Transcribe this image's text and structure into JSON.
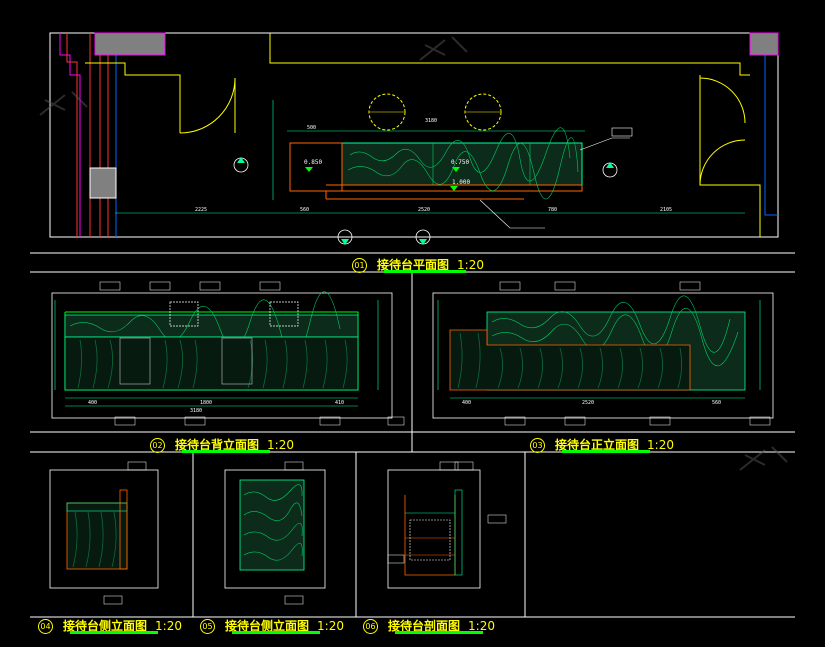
{
  "drawing": {
    "plan": {
      "num": "01",
      "title": "接待台平面图",
      "scale": "1:20",
      "dims_top": [
        "500",
        "3180"
      ],
      "dims_bottom": [
        "2225",
        "560",
        "2520",
        "780",
        "2105"
      ],
      "levels": [
        "0.850",
        "0.750",
        "1.000"
      ]
    },
    "back_elevation": {
      "num": "02",
      "title": "接待台背立面图",
      "scale": "1:20",
      "dims_bottom": [
        "3180",
        "400",
        "1800",
        "410"
      ]
    },
    "front_elevation": {
      "num": "03",
      "title": "接待台正立面图",
      "scale": "1:20",
      "dims_bottom": [
        "400",
        "2520",
        "560"
      ]
    },
    "side_elevation_a": {
      "num": "04",
      "title": "接待台侧立面图",
      "scale": "1:20"
    },
    "side_elevation_b": {
      "num": "05",
      "title": "接待台侧立面图",
      "scale": "1:20"
    },
    "section": {
      "num": "06",
      "title": "接待台剖面图",
      "scale": "1:20"
    }
  }
}
